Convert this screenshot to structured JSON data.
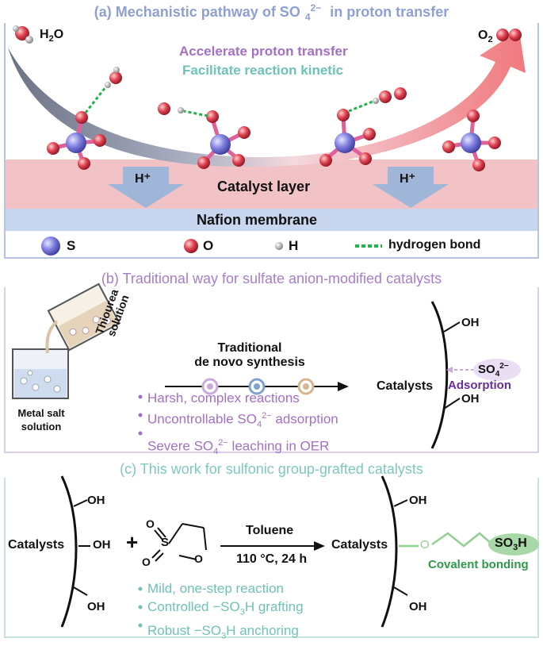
{
  "colors": {
    "panel_a_border": "#b7c3e6",
    "panel_b_border": "#dccde8",
    "panel_c_border": "#c7e4d6",
    "title_a": "#8e9fd6",
    "title_b": "#a77ec9",
    "title_c": "#7fc8bd",
    "purple_text": "#a46fc6",
    "teal_text": "#6fc2b5",
    "catalyst_layer": "#f2c3c6",
    "nafion": "#c9d6ef",
    "arrow_blue": "#9fb6d8",
    "hbond": "#22b24c",
    "green_text": "#2f9a4a"
  },
  "panel_a": {
    "title_prefix": "(a) Mechanistic pathway of SO",
    "title_sub": "4",
    "title_sup": "2−",
    "title_suffix": " in proton transfer",
    "h2o_label": "H",
    "h2o_sub": "2",
    "h2o_tail": "O",
    "o2_label": "O",
    "o2_sub": "2",
    "line1": "Accelerate proton transfer",
    "line2": "Facilitate reaction kinetic",
    "catalyst_layer": "Catalyst layer",
    "nafion": "Nafion membrane",
    "hplus_1": "H⁺",
    "hplus_2": "H⁺",
    "legend": {
      "s": "S",
      "o": "O",
      "h": "H",
      "hbond": "hydrogen bond"
    }
  },
  "panel_b": {
    "title": "(b) Traditional way for sulfate anion-modified catalysts",
    "thiourea_1": "Thiourea",
    "thiourea_2": "solution",
    "metal_1": "Metal salt",
    "metal_2": "solution",
    "synthesis_1": "Traditional",
    "synthesis_2": "de novo synthesis",
    "catalysts": "Catalysts",
    "oh_top": "OH",
    "oh_bottom": "OH",
    "so4": "SO",
    "so4_sub": "4",
    "so4_sup": "2−",
    "adsorption": "Adsorption",
    "bullets": [
      {
        "pre": "Harsh, complex reactions",
        "sub": "",
        "sup": "",
        "post": ""
      },
      {
        "pre": "Uncontrollable SO",
        "sub": "4",
        "sup": "2−",
        "post": " adsorption"
      },
      {
        "pre": "Severe SO",
        "sub": "4",
        "sup": "2−",
        "post": " leaching in OER"
      }
    ]
  },
  "panel_c": {
    "title": "(c) This work for sulfonic group-grafted catalysts",
    "catalysts_left": "Catalysts",
    "oh_1": "OH",
    "oh_2": "OH",
    "oh_3": "OH",
    "plus": "+",
    "solvent": "Toluene",
    "conditions": "110 °C, 24 h",
    "catalysts_right": "Catalysts",
    "oh_r1": "OH",
    "oh_r2": "OH",
    "so3h": "SO",
    "so3h_sub": "3",
    "so3h_tail": "H",
    "covalent": "Covalent bonding",
    "ring_s": "S",
    "ring_o": "O",
    "ring_o1": "O",
    "ring_o2": "O",
    "bullets": [
      {
        "pre": "Mild, one-step reaction",
        "sub": "",
        "post": ""
      },
      {
        "pre": "Controlled −SO",
        "sub": "3",
        "post": "H grafting"
      },
      {
        "pre": "Robust −SO",
        "sub": "3",
        "post": "H anchoring"
      }
    ]
  }
}
